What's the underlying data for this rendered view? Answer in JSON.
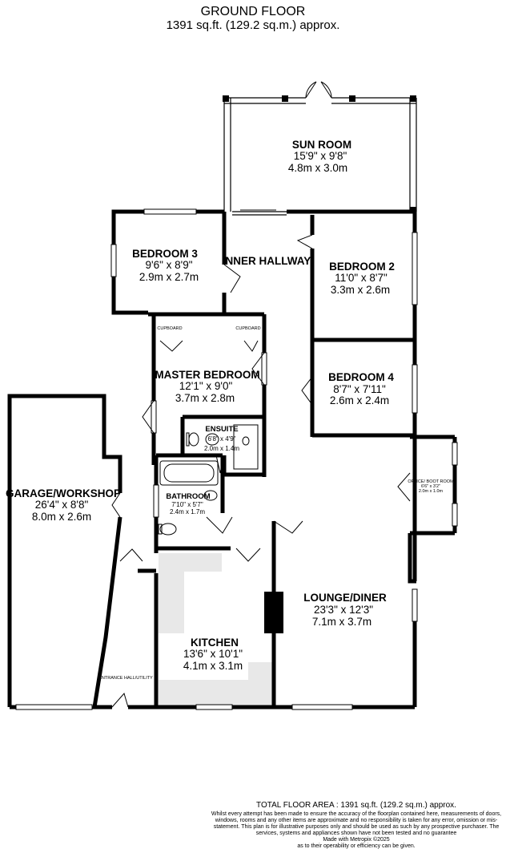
{
  "header": {
    "title": "GROUND FLOOR",
    "area": "1391 sq.ft. (129.2 sq.m.) approx."
  },
  "rooms": {
    "sun_room": {
      "name": "SUN ROOM",
      "imperial": "15'9\" x 9'8\"",
      "metric": "4.8m x 3.0m"
    },
    "bedroom3": {
      "name": "BEDROOM 3",
      "imperial": "9'6\" x 8'9\"",
      "metric": "2.9m x 2.7m"
    },
    "inner_hallway": {
      "name": "INNER HALLWAY"
    },
    "bedroom2": {
      "name": "BEDROOM 2",
      "imperial": "11'0\" x 8'7\"",
      "metric": "3.3m x 2.6m"
    },
    "cupboard_left": {
      "name": "CUPBOARD"
    },
    "cupboard_right": {
      "name": "CUPBOARD"
    },
    "master_bedroom": {
      "name": "MASTER BEDROOM",
      "imperial": "12'1\" x 9'0\"",
      "metric": "3.7m x 2.8m"
    },
    "bedroom4": {
      "name": "BEDROOM 4",
      "imperial": "8'7\" x 7'11\"",
      "metric": "2.6m x 2.4m"
    },
    "ensuite": {
      "name": "ENSUITE",
      "imperial": "6'8\" x 4'9\"",
      "metric": "2.0m x 1.4m"
    },
    "garage": {
      "name": "GARAGE/WORKSHOP",
      "imperial": "26'4\" x 8'8\"",
      "metric": "8.0m x 2.6m"
    },
    "bathroom": {
      "name": "BATHROOM",
      "imperial": "7'10\" x 5'7\"",
      "metric": "2.4m x 1.7m"
    },
    "office": {
      "name": "OFFICE/ BOOT ROOM",
      "imperial": "6'6\" x 3'2\"",
      "metric": "2.0m x 1.0m"
    },
    "lounge": {
      "name": "LOUNGE/DINER",
      "imperial": "23'3\" x 12'3\"",
      "metric": "7.1m x 3.7m"
    },
    "kitchen": {
      "name": "KITCHEN",
      "imperial": "13'6\" x 10'1\"",
      "metric": "4.1m x 3.1m"
    },
    "entrance": {
      "name": "ENTRANCE HALL/UTILITY"
    }
  },
  "footer": {
    "total": "TOTAL FLOOR AREA : 1391 sq.ft. (129.2 sq.m.) approx.",
    "disclaimer": "Whilst every attempt has been made to ensure the accuracy of the floorplan contained here, measurements of doors, windows, rooms and any other items are approximate and no responsibility is taken for any error, omission or mis-statement. This plan is for illustrative purposes only and should be used as such by any prospective purchaser. The services, systems and appliances shown have not been tested and no guarantee",
    "operability": "as to their operability or efficiency can be given.",
    "made_with": "Made with Metropix ©2025"
  },
  "colors": {
    "wall": "#000000",
    "worktop": "#e8e8e8",
    "background": "#ffffff"
  }
}
